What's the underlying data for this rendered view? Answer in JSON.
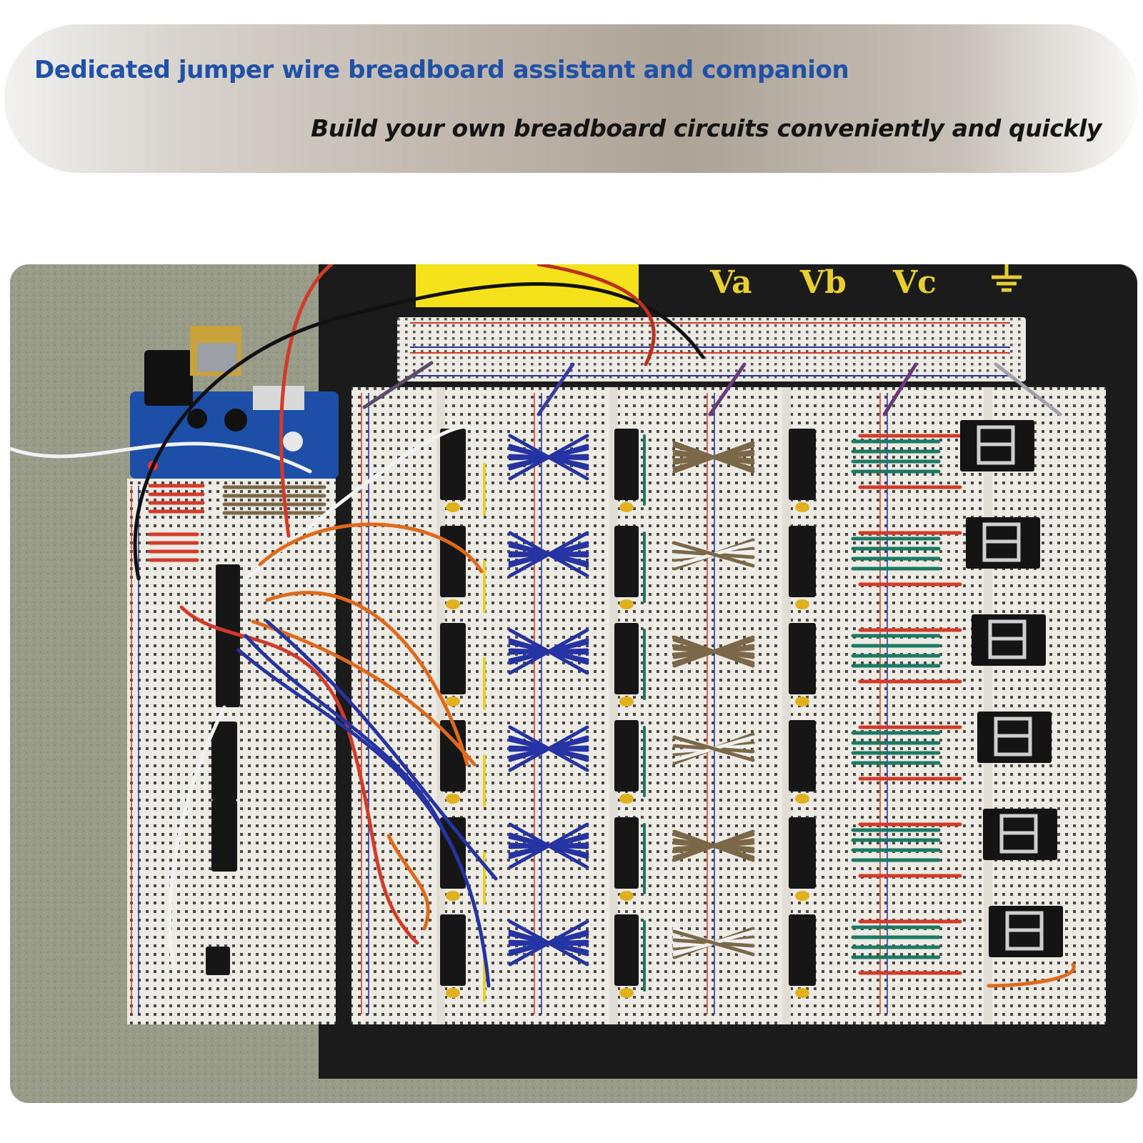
{
  "banner": {
    "headline": "Dedicated jumper wire breadboard assistant and companion",
    "subline": "Build your own breadboard circuits conveniently and quickly"
  },
  "photo": {
    "rail_labels": [
      "Va",
      "Vb",
      "Vc"
    ],
    "ground_icon": "ground-symbol-icon",
    "colors": {
      "carpet": "#9a9c8a",
      "base_board": "#1b1b1b",
      "breadboard": "#efece5",
      "power_module": "#1e4fa8",
      "label_yellow": "#f5e21a",
      "wire_red": "#d23b2a",
      "wire_blue": "#2633a3",
      "wire_orange": "#e06a1c",
      "wire_white": "#f2f2f2",
      "wire_green": "#1c7a64",
      "wire_brown": "#7b6848"
    }
  }
}
